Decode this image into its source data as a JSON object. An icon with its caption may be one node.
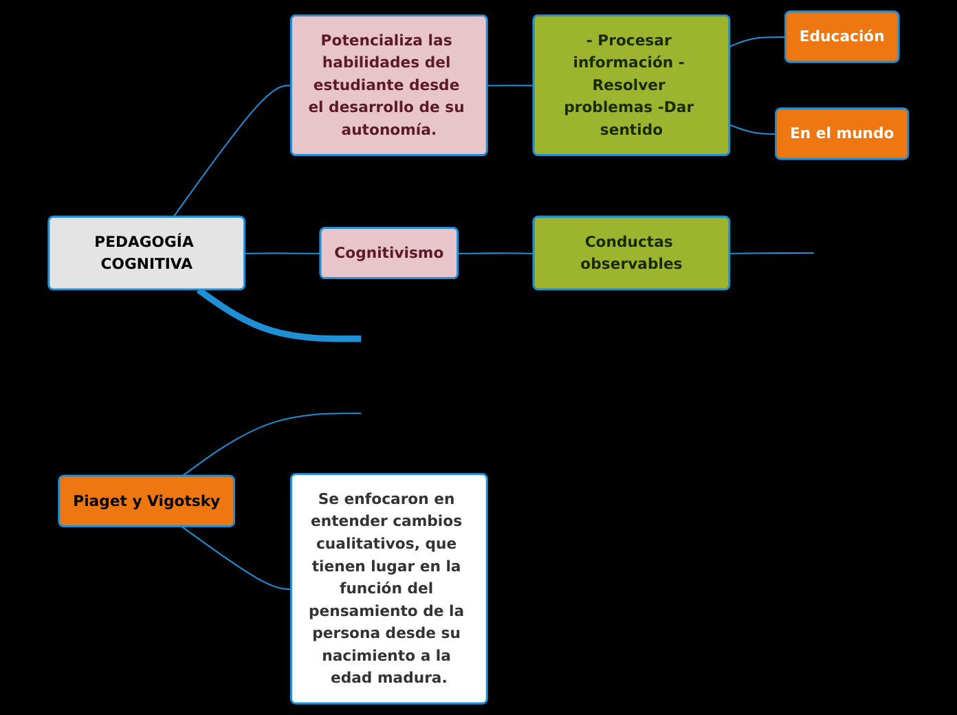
{
  "diagram": {
    "nodes": [
      {
        "text": [
          "PEDAGOGÍA COGNITIVA"
        ]
      },
      {
        "text": [
          "Potencializa las habilidades del estudiante desde el desarrollo de su autonomía."
        ]
      },
      {
        "text": [
          "Cognitivismo"
        ]
      },
      {
        "text": [
          "Conductas observables"
        ]
      },
      {
        "text": [
          "- Procesar información - Resolver problemas -Dar sentido"
        ]
      },
      {
        "text": [
          "Educación"
        ]
      },
      {
        "text": [
          "En el mundo"
        ]
      },
      {
        "text": [
          "Piaget y Vigotsky"
        ]
      },
      {
        "text": [
          "Se enfocaron en entender cambios cualitativos, que tienen lugar en la función del pensamiento de la persona desde su nacimiento a la edad madura."
        ]
      }
    ],
    "edges": [
      {
        "from": 0,
        "to": 1,
        "arrow": "none"
      },
      {
        "from": 0,
        "to": 2,
        "arrow": "none"
      },
      {
        "from": 2,
        "to": 3,
        "arrow": "none"
      },
      {
        "from": 1,
        "to": 4,
        "arrow": "none"
      },
      {
        "from": 4,
        "to": 5,
        "arrow": "none"
      },
      {
        "from": 4,
        "to": 6,
        "arrow": "none"
      },
      {
        "from": 0,
        "to": null,
        "arrow": "none",
        "style": "thick"
      },
      {
        "from": 3,
        "to": null,
        "arrow": "none"
      },
      {
        "from": 7,
        "to": null,
        "arrow": "none"
      },
      {
        "from": 7,
        "to": 8,
        "arrow": "none"
      }
    ]
  }
}
